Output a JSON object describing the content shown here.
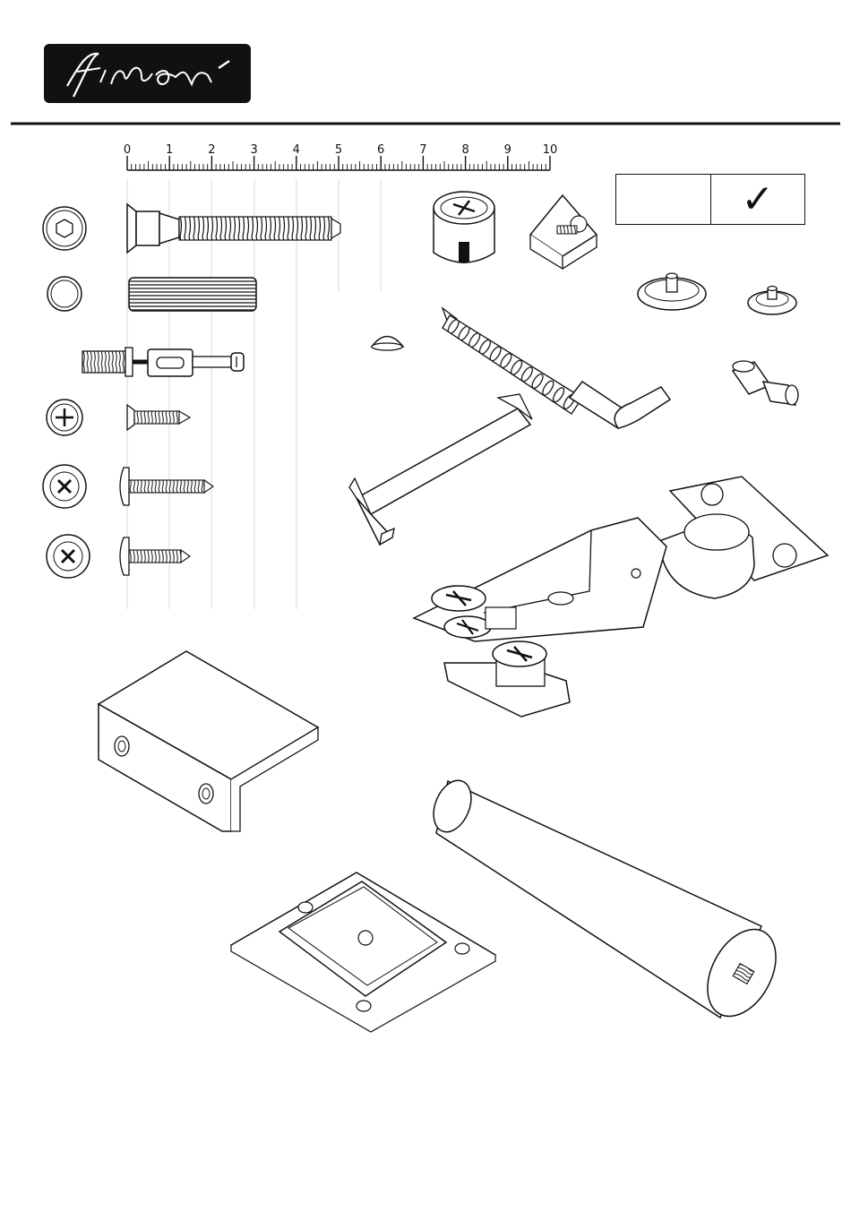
{
  "brand": {
    "logo_text": "finori"
  },
  "ruler": {
    "unit_labels": [
      "0",
      "1",
      "2",
      "3",
      "4",
      "5",
      "6",
      "7",
      "8",
      "9",
      "10"
    ]
  },
  "checklist": {
    "left_cell": "",
    "mark": "✓"
  },
  "parts": [
    {
      "name": "confirmat-screw",
      "icon": "hex-socket-head-icon"
    },
    {
      "name": "wooden-dowel",
      "icon": "dowel-end-icon"
    },
    {
      "name": "cam-bolt",
      "icon": "cam-bolt-icon"
    },
    {
      "name": "countersunk-screw",
      "icon": "phillips-head-icon"
    },
    {
      "name": "wafer-head-screw-long",
      "icon": "phillips-washer-head-icon"
    },
    {
      "name": "wafer-head-screw-short",
      "icon": "phillips-washer-head-icon"
    },
    {
      "name": "cam-lock",
      "icon": "cam-lock-icon"
    },
    {
      "name": "corner-block",
      "icon": "corner-block-icon"
    },
    {
      "name": "glide-large",
      "icon": "glide-icon"
    },
    {
      "name": "glide-small",
      "icon": "glide-icon"
    },
    {
      "name": "cover-cap",
      "icon": "cap-icon"
    },
    {
      "name": "lag-hook-screw",
      "icon": "hook-screw-icon"
    },
    {
      "name": "shelf-pin",
      "icon": "shelf-pin-icon"
    },
    {
      "name": "allen-key",
      "icon": "hex-key-icon"
    },
    {
      "name": "cabinet-hinge",
      "icon": "hinge-icon"
    },
    {
      "name": "angle-bracket",
      "icon": "bracket-icon"
    },
    {
      "name": "leg-mount-plate",
      "icon": "mount-plate-icon"
    },
    {
      "name": "furniture-leg",
      "icon": "leg-icon"
    }
  ]
}
